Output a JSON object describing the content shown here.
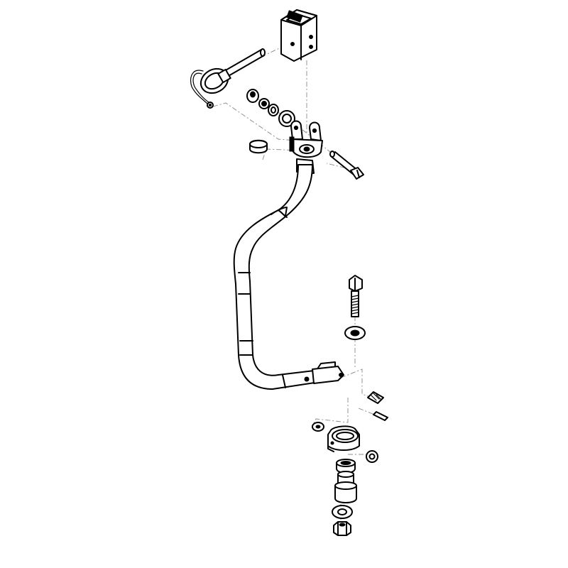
{
  "diagram": {
    "kind": "exploded-parts-view",
    "line_color": "#000000",
    "guide_color": "#888888",
    "background": "#ffffff",
    "parts": [
      "square-tube-mount",
      "hitch-pin",
      "pin-clip",
      "tether-cable",
      "lock-nut-top",
      "spacer-washer",
      "flat-washer-top",
      "end-plug-cap",
      "clevis-bracket",
      "clevis-bolt",
      "bent-tube-arm",
      "hex-bolt",
      "bolt-washer",
      "set-screw",
      "roll-pin",
      "small-washer-left",
      "pivot-bracket",
      "small-washer-right",
      "bushing-sleeve",
      "pivot-shaft",
      "flat-washer-bottom",
      "lock-nut-bottom"
    ]
  }
}
